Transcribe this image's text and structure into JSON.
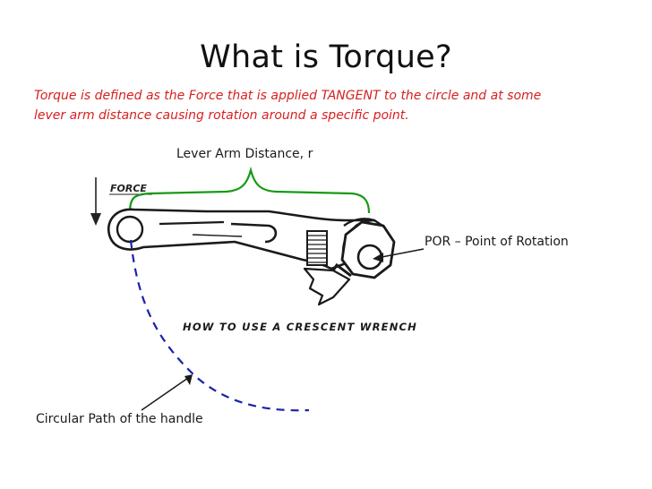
{
  "slide": {
    "title": "What is Torque?",
    "definition_line1": "Torque is defined as the Force that is applied TANGENT to the circle and at some",
    "definition_line2": "lever arm distance causing rotation around a specific point.",
    "accent_color": "#d71f1f"
  },
  "diagram": {
    "lever_arm_label": "Lever Arm Distance, r",
    "por_label": "POR – Point of Rotation",
    "path_label": "Circular Path of the handle",
    "force_label": "FORCE",
    "wrench_caption": "HOW TO USE A CRESCENT WRENCH",
    "bracket_color": "#169b16",
    "path_color": "#1a23a8"
  }
}
